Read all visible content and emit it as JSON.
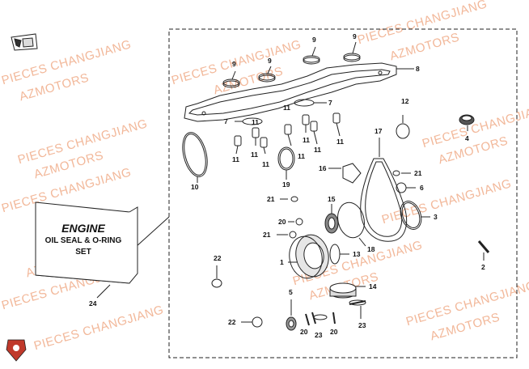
{
  "watermark": {
    "brand": "PIECES CHANGJIANG",
    "sub": "AZMOTORS"
  },
  "card": {
    "title": "ENGINE",
    "line1": "OIL SEAL & O-RING",
    "line2": "SET"
  },
  "callouts": [
    "1",
    "2",
    "3",
    "4",
    "5",
    "6",
    "7",
    "8",
    "9",
    "10",
    "11",
    "12",
    "13",
    "14",
    "15",
    "16",
    "17",
    "18",
    "19",
    "20",
    "21",
    "22",
    "23",
    "24"
  ],
  "colors": {
    "line": "#222222",
    "watermark": "#f2b89a",
    "logo": "#c0392b"
  },
  "icons": [
    "direction-arrow-icon",
    "brand-logo-icon"
  ]
}
